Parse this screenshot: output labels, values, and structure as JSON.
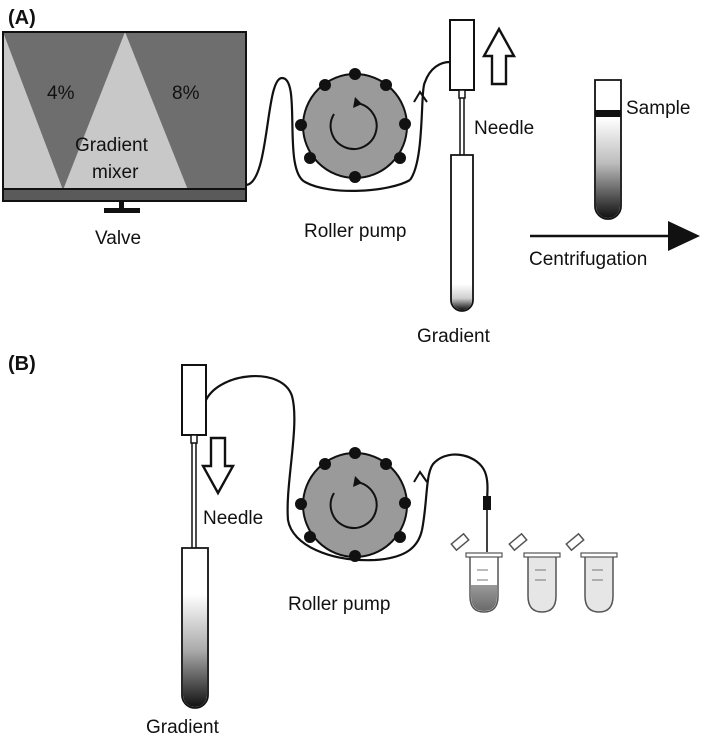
{
  "panel_a": {
    "label": "(A)",
    "mixer_left_pct": "4%",
    "mixer_right_pct": "8%",
    "mixer_label_line1": "Gradient",
    "mixer_label_line2": "mixer",
    "valve_label": "Valve",
    "pump_label": "Roller pump",
    "needle_label": "Needle",
    "gradient_label": "Gradient",
    "sample_label": "Sample",
    "centrifugation_label": "Centrifugation"
  },
  "panel_b": {
    "label": "(B)",
    "needle_label": "Needle",
    "pump_label": "Roller pump",
    "gradient_label": "Gradient"
  },
  "colors": {
    "dark_gray": "#6e6e6e",
    "light_gray": "#c8c8c8",
    "pump_gray": "#9a9a9a",
    "black": "#111111"
  }
}
